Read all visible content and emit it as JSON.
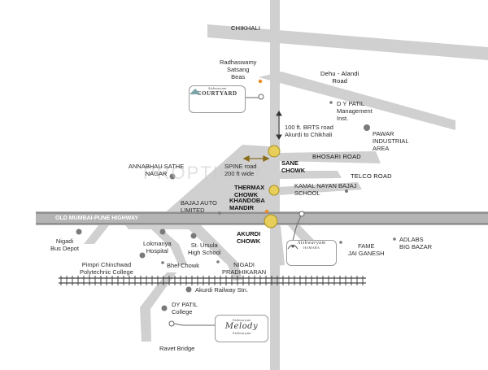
{
  "colors": {
    "road": "#d0d0d0",
    "highway": "#b9b9b9",
    "highway_dark": "#8d8d8d",
    "dot": "#7a7a7a",
    "chowk_circle": "#e6cd56",
    "chowk_stroke": "#a88e1f",
    "highlight_dot": "#f08a24",
    "railway": "#444444"
  },
  "roads": {
    "chikhali": "CHIKHALI",
    "dehu_alandi": "Dehu - Alandi\nRoad",
    "brts": "100 ft. BRTS road\nAkurdi  to Chikhali",
    "bhosari": "BHOSARI ROAD",
    "telco": "TELCO ROAD",
    "spine": "SPINE road\n200 ft wide",
    "highway": "OLD MUMBAI-PUNE HIGHWAY"
  },
  "chowks": {
    "sane": "SANE\nCHOWK",
    "thermax": "THERMAX\nCHOWK",
    "khandoba": "KHANDOBA\nMANDIR",
    "akurdi": "AKURDI\nCHOWK"
  },
  "landmarks": {
    "radhaswamy": "Radhaswamy\nSatsang\nBeas",
    "dy_patil_mgmt": "D Y PATIL\nManagement\nInst.",
    "pawar": "PAWAR\nINDUSTRIAL\nAREA",
    "annabhau": "ANNABHAU SATHE\nNAGAR",
    "kamal_nayan": "KAMAL NAYAN BAJAJ\nSCHOOL",
    "bajaj_auto": "BAJAJ AUTO\nLIMITED",
    "nigadi_depot": "Nigadi\nBus Depot",
    "lokmanya": "Lokmanya\nHospital",
    "st_ursula": "St. Ursula\nHigh School",
    "fame": "FAME\nJAI GANESH",
    "adlabs": "ADLABS\nBIG BAZAR",
    "pimpri": "Pimpri Chinchwad\nPolytechnic College",
    "bhel": "Bhel Chowk",
    "nigadi_pradhikaran": "NIGADI\nPRADHIKARAN",
    "akurdi_railway": "Akurdi Railway Stn.",
    "dy_patil_college": "DY PATIL\nCollege",
    "ravet": "Ravet Bridge"
  },
  "projects": {
    "courtyard_small": "Aishwaryam",
    "courtyard_big": "COURTYARD",
    "aishwaryam_big": "Aishwaryam",
    "aishwaryam_small": "HAMARA",
    "melody_small": "Aishwaryam",
    "melody_big": "Melody",
    "melody_sub": "Aishwaryam"
  },
  "watermark": "PROPTIGER"
}
